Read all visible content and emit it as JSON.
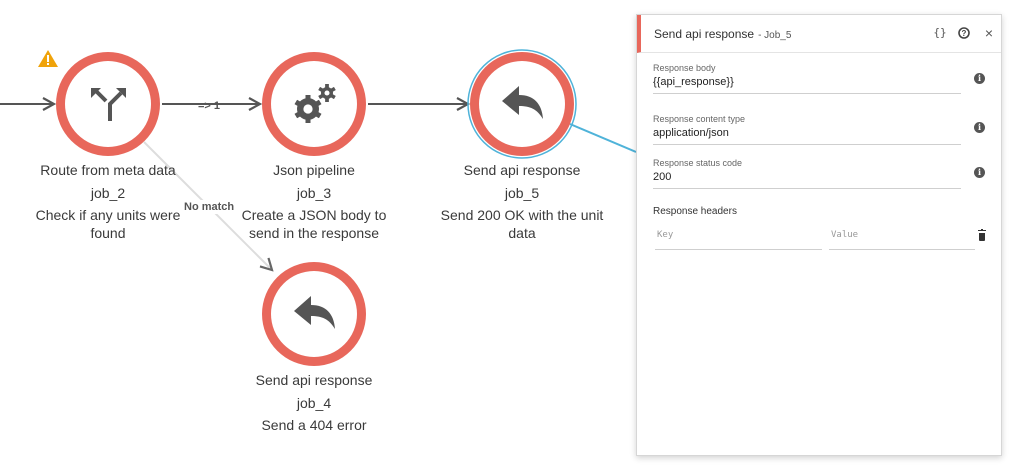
{
  "nodes": [
    {
      "key": "route",
      "title": "Route from meta data",
      "job": "job_2",
      "description": "Check if any units were found",
      "has_warning": true,
      "icon": "split-arrows-icon"
    },
    {
      "key": "json",
      "title": "Json pipeline",
      "job": "job_3",
      "description": "Create a JSON body to send in the response",
      "icon": "gears-icon"
    },
    {
      "key": "send5",
      "title": "Send api response",
      "job": "job_5",
      "description": "Send 200 OK with the unit data",
      "icon": "reply-arrow-icon",
      "selected": true
    },
    {
      "key": "send4",
      "title": "Send api response",
      "job": "job_4",
      "description": "Send a 404 error",
      "icon": "reply-arrow-icon"
    }
  ],
  "edges": [
    {
      "from": "route",
      "to": "json",
      "label": "=> 1"
    },
    {
      "from": "json",
      "to": "send5",
      "label": ""
    },
    {
      "from": "route",
      "to": "send4",
      "label": "No match"
    }
  ],
  "colors": {
    "node_ring": "#e8675b",
    "node_fill": "#ffffff",
    "icon": "#555555",
    "edge": "#555555",
    "selection_link": "#4fb3d9",
    "warning": "#f0a30a"
  },
  "panel": {
    "title": "Send api response",
    "subtitle": "- Job_5",
    "json_button": "{}",
    "help_button": "?",
    "close_button": "×",
    "fields": [
      {
        "label": "Response body",
        "value": "{{api_response}}"
      },
      {
        "label": "Response content type",
        "value": "application/json"
      },
      {
        "label": "Response status code",
        "value": "200"
      }
    ],
    "headers_title": "Response headers",
    "key_placeholder": "Key",
    "value_placeholder": "Value"
  }
}
